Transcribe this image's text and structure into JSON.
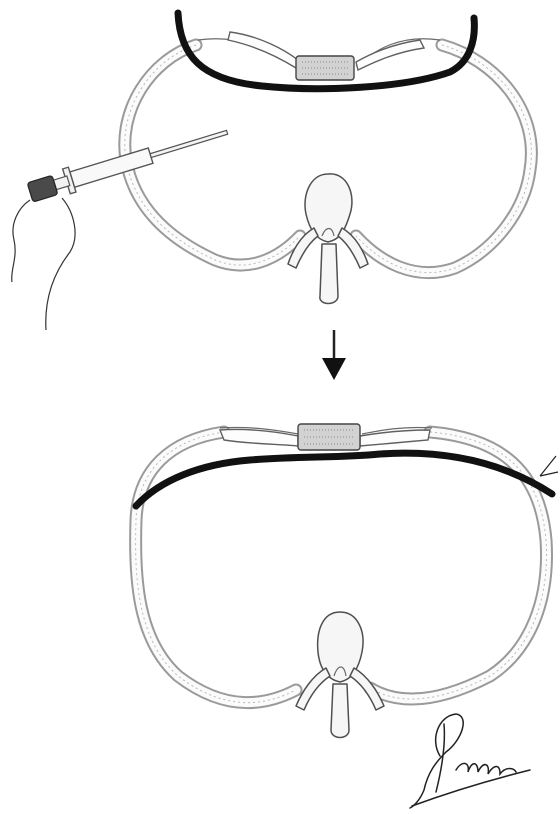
{
  "figure": {
    "colors": {
      "background": "#ffffff",
      "pectus_bar": "#111111",
      "rib_outline": "#9a9a9a",
      "bone_fill": "#f6f6f6",
      "stabilizer": "#d2d2d2",
      "syringe": "#505050"
    },
    "panels": [
      {
        "name": "before-bar-flip",
        "contents": [
          "chest-wall-cross-section",
          "pectus-bar-convex",
          "stabilizer",
          "syringe",
          "sternum",
          "spine"
        ]
      },
      {
        "name": "after-bar-flip",
        "contents": [
          "chest-wall-cross-section",
          "pectus-bar-flipped",
          "stabilizer",
          "sternum",
          "spine"
        ]
      }
    ],
    "arrow": "down-arrow-icon",
    "signature": "handwritten"
  }
}
